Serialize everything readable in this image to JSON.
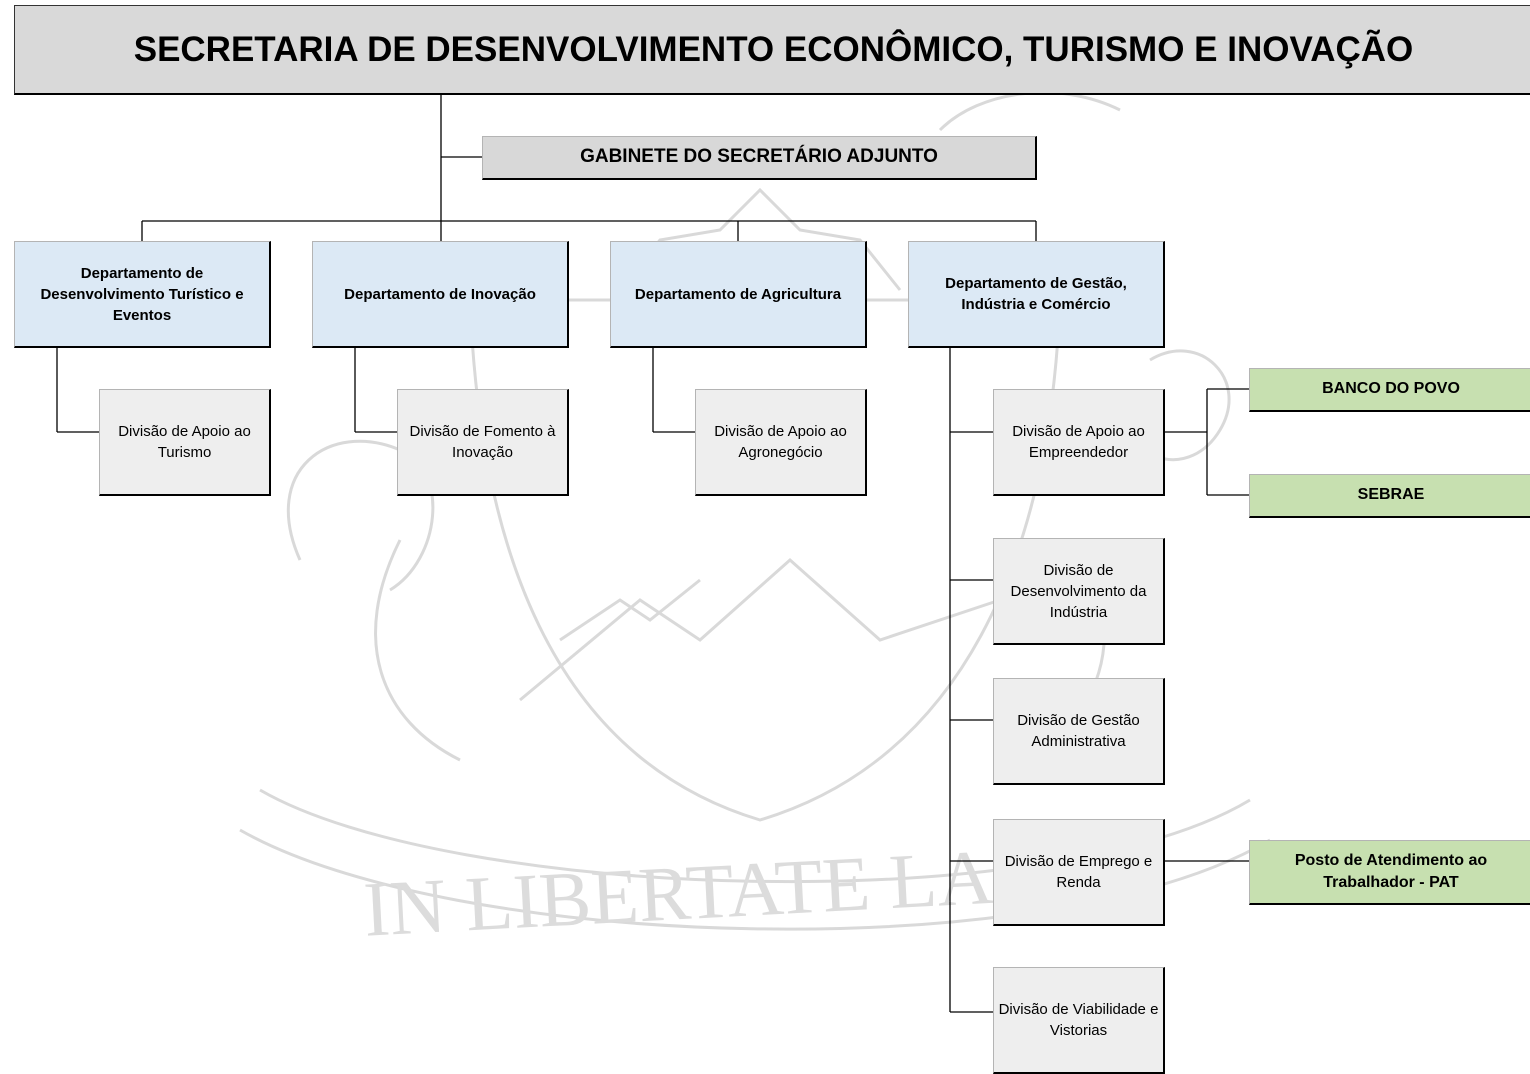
{
  "title": "SECRETARIA DE DESENVOLVIMENTO ECONÔMICO, TURISMO E INOVAÇÃO",
  "gabinete": "GABINETE DO SECRETÁRIO ADJUNTO",
  "departments": [
    {
      "label": "Departamento de Desenvolvimento Turístico e Eventos"
    },
    {
      "label": "Departamento de Inovação"
    },
    {
      "label": "Departamento de Agricultura"
    },
    {
      "label": "Departamento de Gestão, Indústria e Comércio"
    }
  ],
  "divisions": [
    {
      "label": "Divisão de Apoio ao Turismo"
    },
    {
      "label": "Divisão de Fomento à Inovação"
    },
    {
      "label": "Divisão de Apoio ao Agronegócio"
    },
    {
      "label": "Divisão de Apoio ao Empreendedor"
    },
    {
      "label": "Divisão de Desenvolvimento da Indústria"
    },
    {
      "label": "Divisão de Gestão Administrativa"
    },
    {
      "label": "Divisão de Emprego e Renda"
    },
    {
      "label": "Divisão de Viabilidade e Vistorias"
    }
  ],
  "external": [
    {
      "label": "BANCO DO POVO"
    },
    {
      "label": "SEBRAE"
    },
    {
      "label": "Posto de Atendimento ao Trabalhador - PAT"
    }
  ],
  "watermark": {
    "motto": "IN LIBERTATE LABOR"
  },
  "colors": {
    "title_bg": "#d9d9d9",
    "department_bg": "#dce9f5",
    "division_bg": "#eeeeee",
    "external_bg": "#c7e0b0",
    "watermark": "#d6d6d6"
  }
}
